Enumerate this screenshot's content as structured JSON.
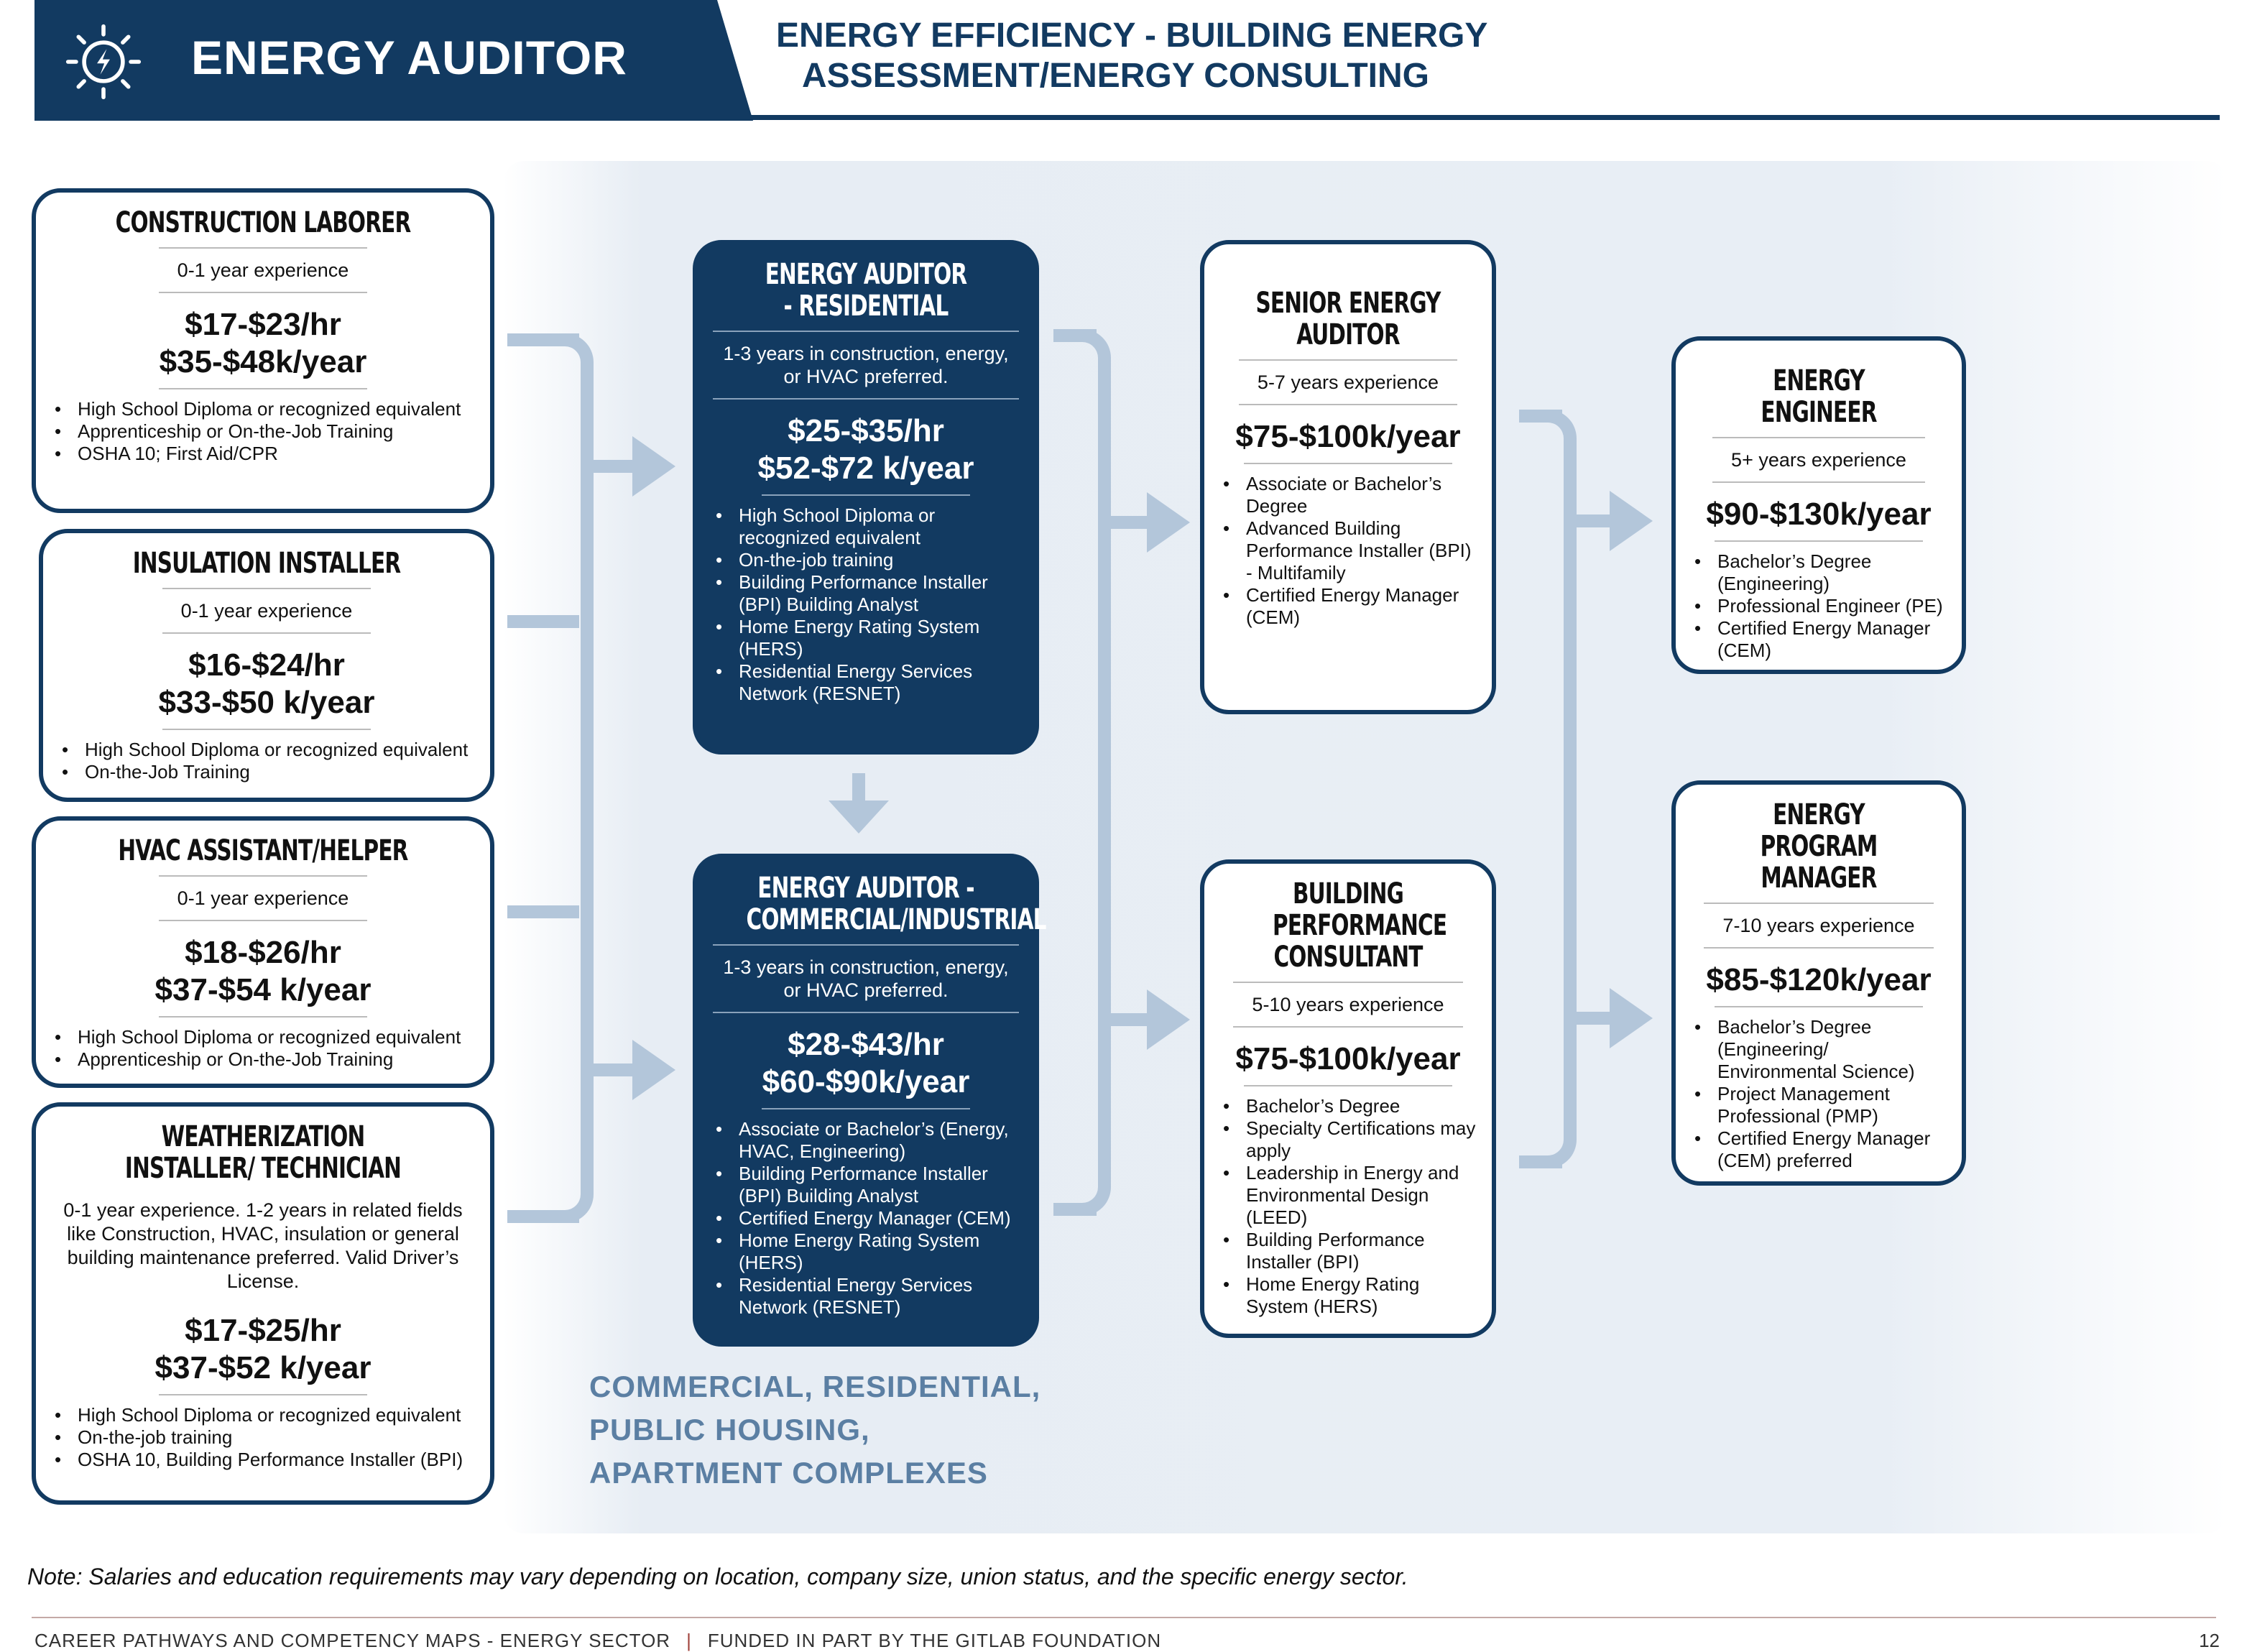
{
  "header": {
    "title": "ENERGY AUDITOR",
    "subtitle_line1": "ENERGY EFFICIENCY - BUILDING ENERGY",
    "subtitle_line2": "ASSESSMENT/ENERGY CONSULTING",
    "icon": "lightning-sun-icon"
  },
  "colors": {
    "brand_navy": "#123a61",
    "connector": "#b3c6da",
    "sector_text": "#5b7fa3"
  },
  "entry_roles": [
    {
      "title": "CONSTRUCTION LABORER",
      "experience": "0-1 year experience",
      "pay_hourly": "$17-$23/hr",
      "pay_yearly": "$35-$48k/year",
      "requirements": [
        "High School Diploma or recognized equivalent",
        "Apprenticeship or On-the-Job Training",
        "OSHA 10; First Aid/CPR"
      ]
    },
    {
      "title": "INSULATION INSTALLER",
      "experience": "0-1 year experience",
      "pay_hourly": "$16-$24/hr",
      "pay_yearly": "$33-$50 k/year",
      "requirements": [
        "High School Diploma or recognized equivalent",
        "On-the-Job Training"
      ]
    },
    {
      "title": "HVAC ASSISTANT/HELPER",
      "experience": "0-1 year experience",
      "pay_hourly": "$18-$26/hr",
      "pay_yearly": "$37-$54 k/year",
      "requirements": [
        "High School Diploma or recognized equivalent",
        "Apprenticeship or On-the-Job Training"
      ]
    },
    {
      "title": "WEATHERIZATION INSTALLER/ TECHNICIAN",
      "experience": "0-1 year experience. 1-2 years in related fields like Construction, HVAC, insulation or general building maintenance preferred. Valid Driver’s License.",
      "pay_hourly": "$17-$25/hr",
      "pay_yearly": "$37-$52 k/year",
      "requirements": [
        "High School Diploma or recognized equivalent",
        "On-the-job training",
        "OSHA 10, Building Performance Installer (BPI)"
      ]
    }
  ],
  "auditor_roles": [
    {
      "title": "ENERGY AUDITOR - RESIDENTIAL",
      "experience": "1-3 years in construction, energy, or HVAC preferred.",
      "pay_hourly": "$25-$35/hr",
      "pay_yearly": "$52-$72 k/year",
      "requirements": [
        "High School Diploma or recognized equivalent",
        "On-the-job training",
        "Building Performance Installer (BPI) Building Analyst",
        "Home Energy Rating System (HERS)",
        "Residential Energy Services Network (RESNET)"
      ]
    },
    {
      "title": "ENERGY AUDITOR - COMMERCIAL/INDUSTRIAL",
      "experience": "1-3 years in construction, energy, or HVAC preferred.",
      "pay_hourly": "$28-$43/hr",
      "pay_yearly": "$60-$90k/year",
      "requirements": [
        "Associate or Bachelor’s (Energy, HVAC, Engineering)",
        "Building Performance Installer (BPI) Building Analyst",
        "Certified Energy Manager (CEM)",
        "Home Energy Rating System (HERS)",
        "Residential Energy Services Network (RESNET)"
      ]
    }
  ],
  "mid_roles": [
    {
      "title": "SENIOR ENERGY AUDITOR",
      "experience": "5-7 years experience",
      "pay_yearly": "$75-$100k/year",
      "requirements": [
        "Associate or Bachelor’s Degree",
        "Advanced Building Performance Installer (BPI) - Multifamily",
        "Certified Energy Manager (CEM)"
      ]
    },
    {
      "title": "BUILDING PERFORMANCE CONSULTANT",
      "experience": "5-10 years experience",
      "pay_yearly": "$75-$100k/year",
      "requirements": [
        "Bachelor’s Degree",
        "Specialty Certifications may apply",
        "Leadership in Energy and Environmental Design (LEED)",
        "Building Performance Installer (BPI)",
        "Home Energy Rating System (HERS)"
      ]
    }
  ],
  "senior_roles": [
    {
      "title": "ENERGY ENGINEER",
      "experience": "5+ years experience",
      "pay_yearly": "$90-$130k/year",
      "requirements": [
        "Bachelor’s Degree (Engineering)",
        "Professional Engineer (PE)",
        "Certified Energy Manager (CEM)"
      ]
    },
    {
      "title": "ENERGY PROGRAM MANAGER",
      "experience": "7-10 years experience",
      "pay_yearly": "$85-$120k/year",
      "requirements": [
        "Bachelor’s Degree (Engineering/ Environmental Science)",
        "Project Management Professional (PMP)",
        "Certified Energy Manager (CEM) preferred"
      ]
    }
  ],
  "sectors": [
    "COMMERCIAL, RESIDENTIAL,",
    "PUBLIC HOUSING,",
    "APARTMENT COMPLEXES"
  ],
  "note": "Note: Salaries and education requirements may vary depending on location, company size, union status, and the specific energy sector.",
  "footer": {
    "left": "CAREER PATHWAYS AND COMPETENCY MAPS - ENERGY SECTOR",
    "separator": "|",
    "right": "FUNDED IN PART BY THE GITLAB FOUNDATION",
    "page": "12"
  }
}
